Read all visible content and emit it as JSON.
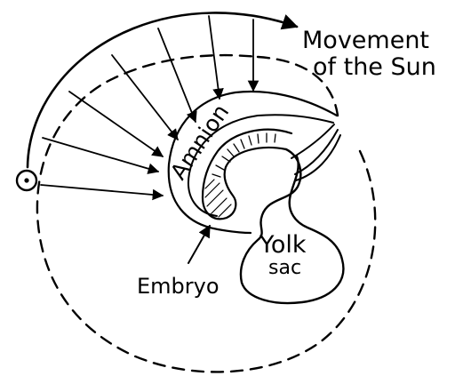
{
  "labels": {
    "movement_line1": "Movement",
    "movement_line2": "of the Sun",
    "amnion": "Amnion",
    "yolk": "Yolk",
    "sac": "sac",
    "embryo": "Embryo"
  },
  "colors": {
    "ink": "#000000",
    "background": "#ffffff"
  },
  "icons": {
    "sun": "circled-dot-icon"
  }
}
